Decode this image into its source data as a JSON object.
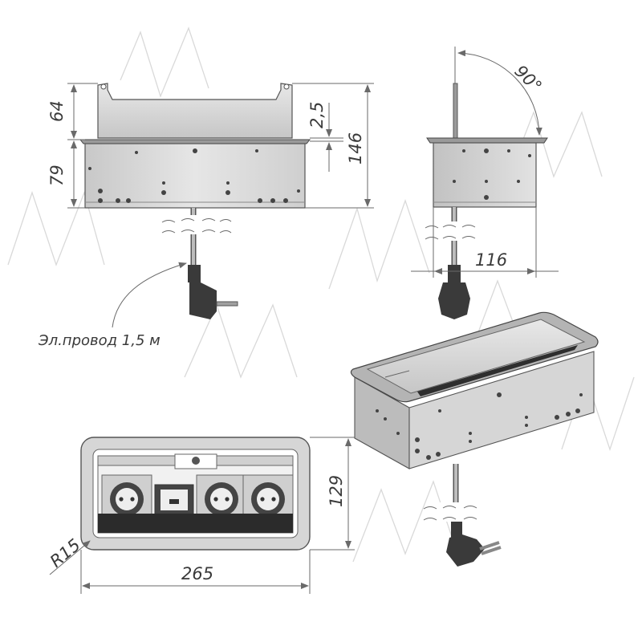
{
  "dimensions": {
    "height_lid": "64",
    "height_body": "79",
    "lid_gap": "2,5",
    "height_total": "146",
    "angle": "90°",
    "depth": "116",
    "height_top": "129",
    "width": "265",
    "radius": "R15"
  },
  "labels": {
    "cable": "Эл.провод 1,5 м"
  },
  "colors": {
    "line": "#5a5a5a",
    "body_fill": "#d8d8d8",
    "dark": "#2e2e2e",
    "watermark": "#d9d9d9"
  }
}
